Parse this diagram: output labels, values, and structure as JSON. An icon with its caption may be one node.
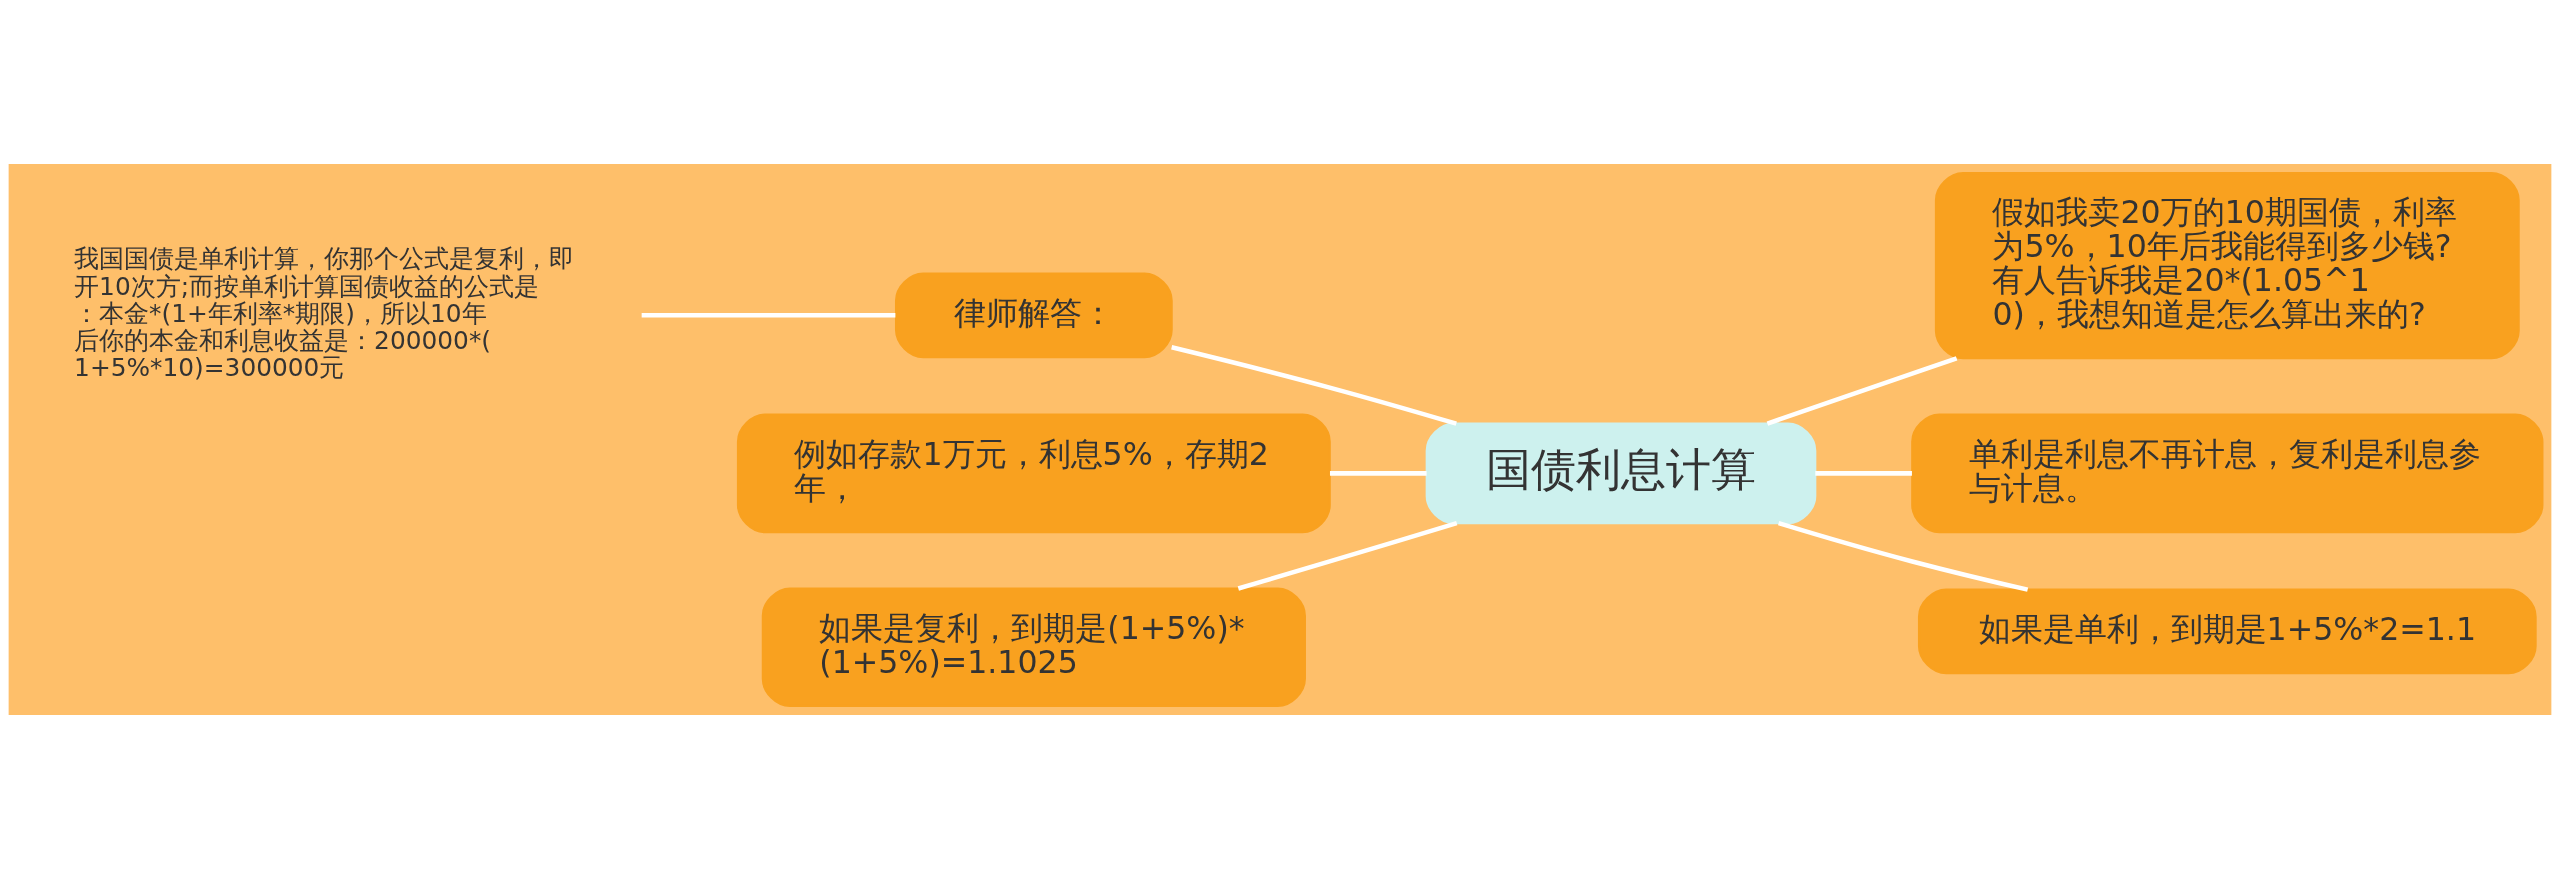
{
  "diagram": {
    "nodes": [
      {
        "text": [
          "国债利息计算"
        ]
      },
      {
        "text": [
          "律师解答："
        ]
      },
      {
        "text": [
          "我国国债是单利计算，你那个公式是复利，即开10次方;而按单利计算国债收益的公式是：本金*(1+年利率*期限)，所以10年后你的本金和利息收益是：200000*(1+5%*10)=300000元"
        ]
      },
      {
        "text": [
          "例如存款1万元，利息5%，存期2年，"
        ]
      },
      {
        "text": [
          "如果是复利，到期是(1+5%)*(1+5%)=1.1025"
        ]
      },
      {
        "text": [
          "假如我卖20万的10期国债，利率为5%，10年后我能得到多少钱?有人告诉我是20*(1.05^10)，我想知道是怎么算出来的?"
        ]
      },
      {
        "text": [
          "单利是利息不再计息，复利是利息参与计息。"
        ]
      },
      {
        "text": [
          "如果是单利，到期是1+5%*2=1.1"
        ]
      }
    ],
    "edges": [
      {
        "from": 0,
        "to": 1,
        "arrow": "none"
      },
      {
        "from": 1,
        "to": 2,
        "arrow": "none"
      },
      {
        "from": 0,
        "to": 3,
        "arrow": "none"
      },
      {
        "from": 0,
        "to": 4,
        "arrow": "none"
      },
      {
        "from": 0,
        "to": 5,
        "arrow": "none"
      },
      {
        "from": 0,
        "to": 6,
        "arrow": "none"
      },
      {
        "from": 0,
        "to": 7,
        "arrow": "none"
      }
    ]
  }
}
